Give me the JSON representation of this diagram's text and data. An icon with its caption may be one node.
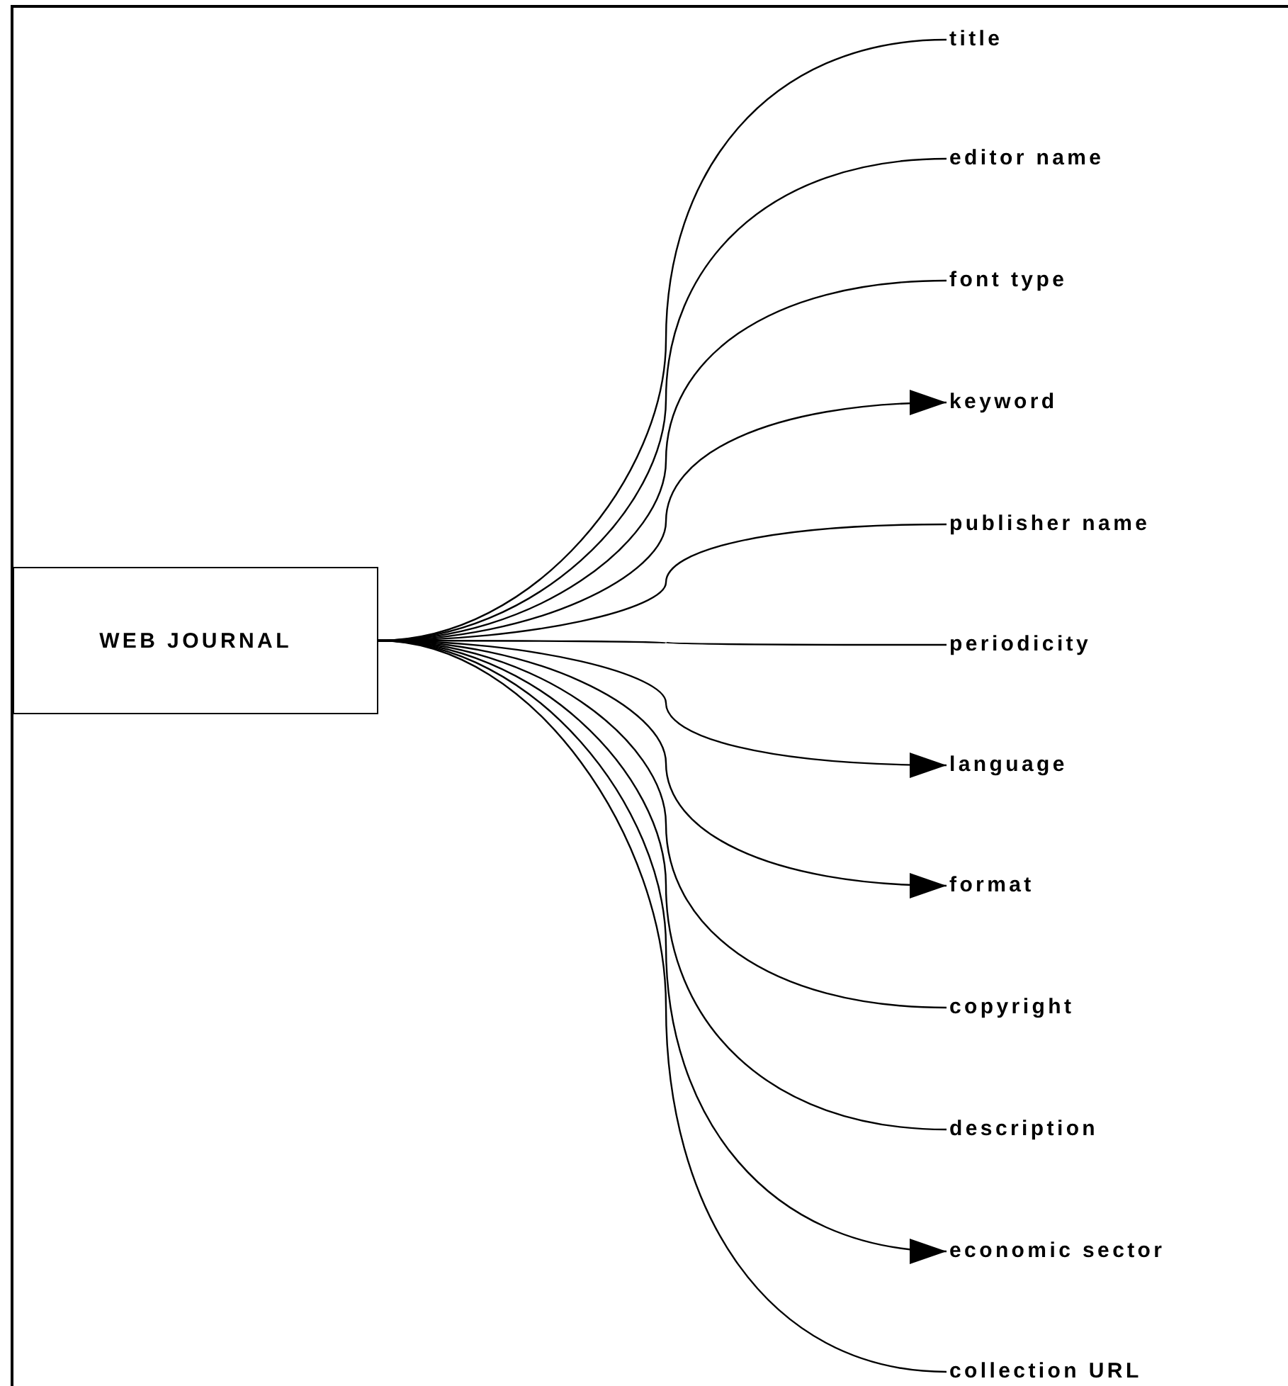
{
  "diagram": {
    "nodes": [
      {
        "text": [
          "WEB JOURNAL"
        ]
      },
      {
        "text": [
          "title"
        ]
      },
      {
        "text": [
          "editor name"
        ]
      },
      {
        "text": [
          "font type"
        ]
      },
      {
        "text": [
          "keyword"
        ]
      },
      {
        "text": [
          "publisher name"
        ]
      },
      {
        "text": [
          "periodicity"
        ]
      },
      {
        "text": [
          "language"
        ]
      },
      {
        "text": [
          "format"
        ]
      },
      {
        "text": [
          "copyright"
        ]
      },
      {
        "text": [
          "description"
        ]
      },
      {
        "text": [
          "economic sector"
        ]
      },
      {
        "text": [
          "collection URL"
        ]
      }
    ],
    "edges": [
      {
        "from": 0,
        "to": 1,
        "arrow": "none"
      },
      {
        "from": 0,
        "to": 2,
        "arrow": "none"
      },
      {
        "from": 0,
        "to": 3,
        "arrow": "none"
      },
      {
        "from": 0,
        "to": 4,
        "arrow": "to"
      },
      {
        "from": 0,
        "to": 5,
        "arrow": "none"
      },
      {
        "from": 0,
        "to": 6,
        "arrow": "none"
      },
      {
        "from": 0,
        "to": 7,
        "arrow": "to"
      },
      {
        "from": 0,
        "to": 8,
        "arrow": "to"
      },
      {
        "from": 0,
        "to": 9,
        "arrow": "none"
      },
      {
        "from": 0,
        "to": 10,
        "arrow": "none"
      },
      {
        "from": 0,
        "to": 11,
        "arrow": "to"
      },
      {
        "from": 0,
        "to": 12,
        "arrow": "none"
      }
    ]
  }
}
